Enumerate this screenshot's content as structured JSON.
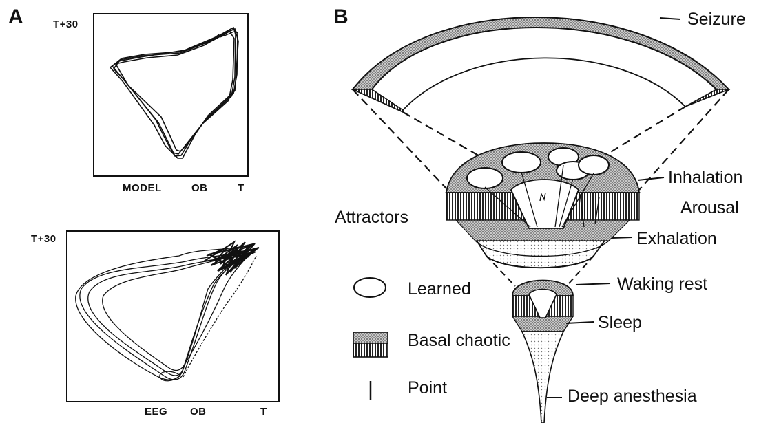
{
  "panel_a": {
    "letter": "A",
    "top_plot": {
      "y_label": "T+30",
      "x_label_1": "MODEL",
      "x_label_2": "OB",
      "x_label_3": "T"
    },
    "bottom_plot": {
      "y_label": "T+30",
      "x_label_1": "EEG",
      "x_label_2": "OB",
      "x_label_3": "T"
    }
  },
  "panel_b": {
    "letter": "B",
    "labels": {
      "seizure": "Seizure",
      "inhalation": "Inhalation",
      "arousal": "Arousal",
      "attractors": "Attractors",
      "exhalation": "Exhalation",
      "waking_rest": "Waking rest",
      "sleep": "Sleep",
      "deep_anesthesia": "Deep anesthesia"
    },
    "legend": [
      {
        "key": "learned",
        "label": "Learned"
      },
      {
        "key": "basal",
        "label": "Basal chaotic"
      },
      {
        "key": "point",
        "label": "Point"
      }
    ]
  }
}
